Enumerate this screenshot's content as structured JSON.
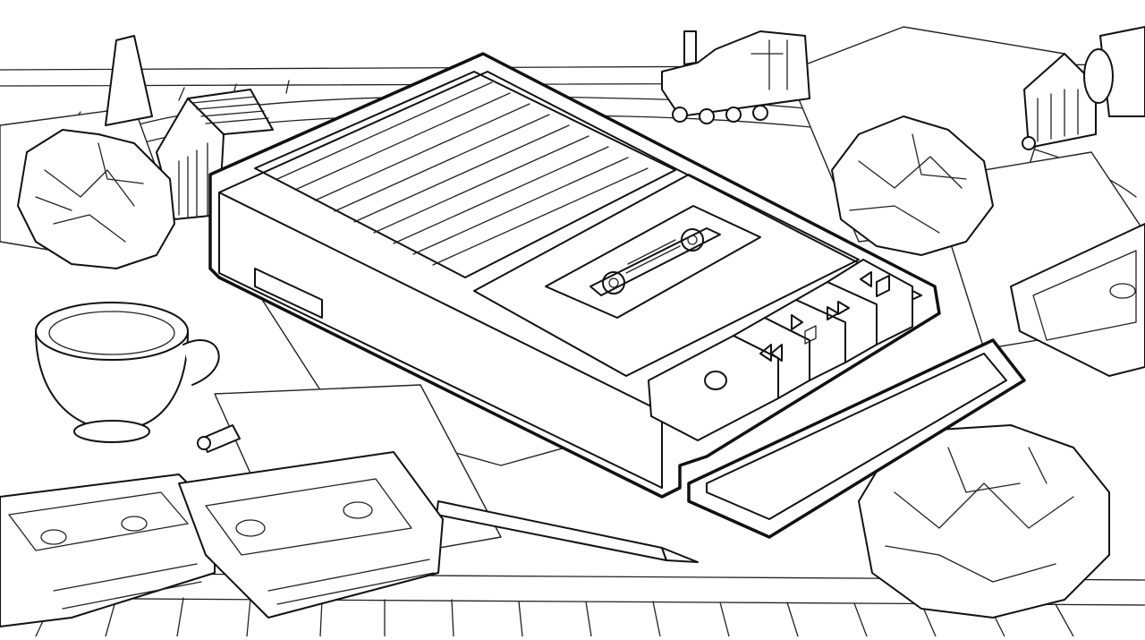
{
  "scene": {
    "description_type": "line-art illustration",
    "background": "#ffffff",
    "ink": "#111111",
    "objects": {
      "recorder": {
        "buttons": [
          "record",
          "rewind",
          "play-pause",
          "fast-forward",
          "stop-eject"
        ]
      },
      "loose_cassettes": 3,
      "crumpled_papers": 3,
      "toy_train": 1,
      "toy_house": 1,
      "cup": 1,
      "mug": 1,
      "pencil": 1,
      "push_pin": 1
    }
  }
}
